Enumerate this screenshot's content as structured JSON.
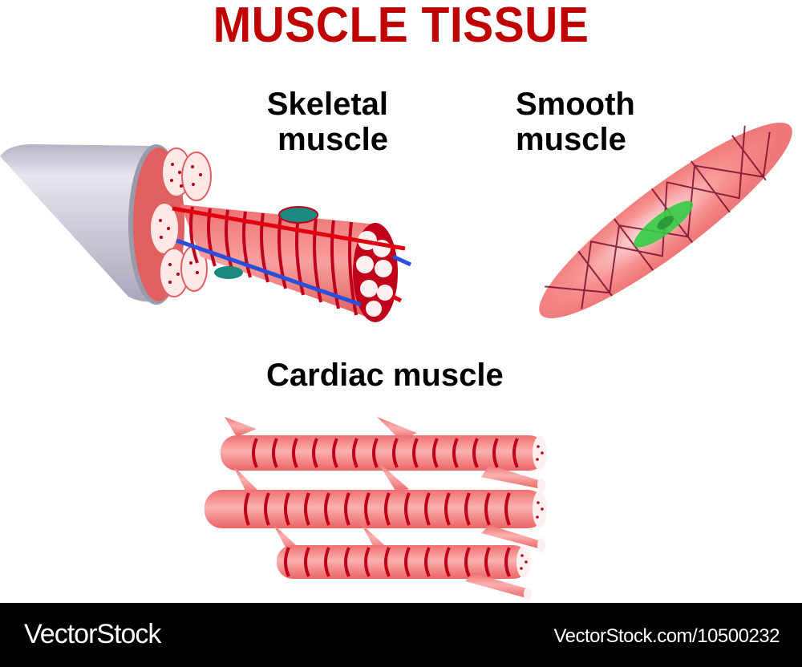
{
  "title": "MUSCLE TISSUE",
  "colors": {
    "title": "#c00000",
    "muscle_fill": "#f28080",
    "muscle_dark": "#c0001a",
    "artery": "#e00010",
    "vein": "#2a4fd8",
    "nucleus_skeletal": "#1a8a80",
    "nucleus_smooth": "#33cc44",
    "sheath": "#c8c8d6",
    "footer_bg": "#000000"
  },
  "sections": {
    "skeletal": {
      "label_line1": "Skeletal",
      "label_line2": "muscle"
    },
    "smooth": {
      "label_line1": "Smooth",
      "label_line2": "muscle"
    },
    "cardiac": {
      "label": "Cardiac muscle"
    }
  },
  "footer": {
    "brand": "VectorStock",
    "reference": "VectorStock.com/10500232"
  }
}
